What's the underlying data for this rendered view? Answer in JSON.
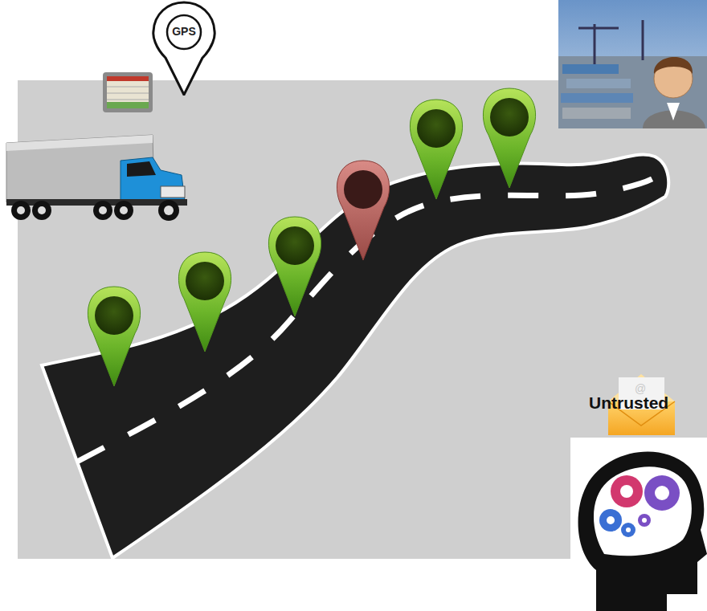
{
  "diagram": {
    "nodes": [
      {
        "text": [
          "GPS"
        ]
      }
    ],
    "labels": [
      "@",
      "Untrusted"
    ]
  }
}
